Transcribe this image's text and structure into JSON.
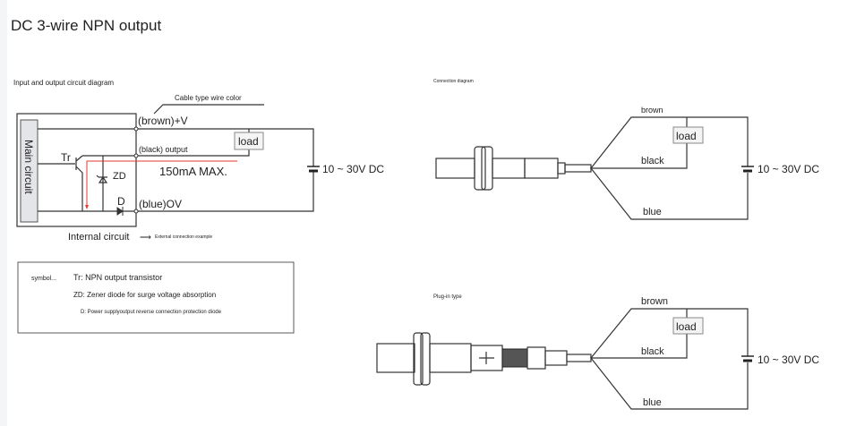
{
  "title": "DC 3-wire NPN output",
  "circuit": {
    "heading": "Input and output circuit diagram",
    "cable_note": "Cable type wire color",
    "main_circuit": "Main circuit",
    "brown": "(brown)+V",
    "black": "(black) output",
    "blue": "(blue)OV",
    "tr": "Tr",
    "zd": "ZD",
    "d": "D",
    "current": "150mA MAX.",
    "load": "load",
    "supply": "10 ~ 30V DC",
    "internal": "Internal circuit",
    "arrow": "⟶",
    "external": "External connection example"
  },
  "symbols": {
    "label": "symbol...",
    "items": [
      "Tr: NPN output transistor",
      "ZD: Zener diode for surge voltage absorption",
      "D: Power supplyoutput reverse connection protection diode"
    ]
  },
  "connection": {
    "heading": "Connection diagram",
    "brown": "brown",
    "black": "black",
    "blue": "blue",
    "load": "load",
    "supply": "10 ~ 30V DC"
  },
  "plugin": {
    "heading": "Plug-in type",
    "brown": "brown",
    "black": "black",
    "blue": "blue",
    "load": "load",
    "supply": "10 ~ 30V DC"
  },
  "colors": {
    "current_path": "#e53935"
  }
}
